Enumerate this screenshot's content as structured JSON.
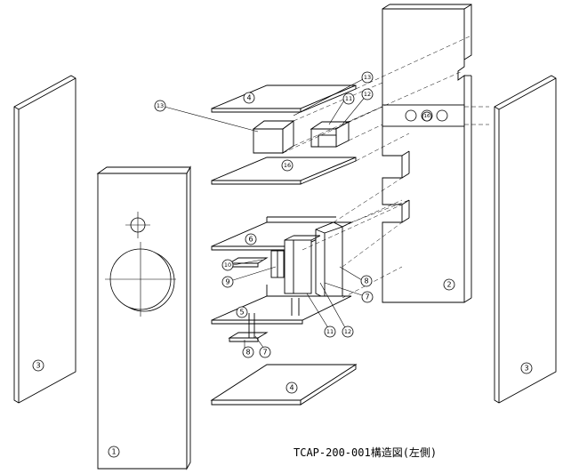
{
  "caption": "TCAP-200-001構造図(左側)",
  "parts": {
    "p1": "1",
    "p2": "2",
    "p3": "3",
    "p4": "4",
    "p5": "5",
    "p6": "6",
    "p7": "7",
    "p8": "8",
    "p9": "9",
    "p10": "10",
    "p11": "11",
    "p12": "12",
    "p13": "13",
    "p16": "16"
  }
}
